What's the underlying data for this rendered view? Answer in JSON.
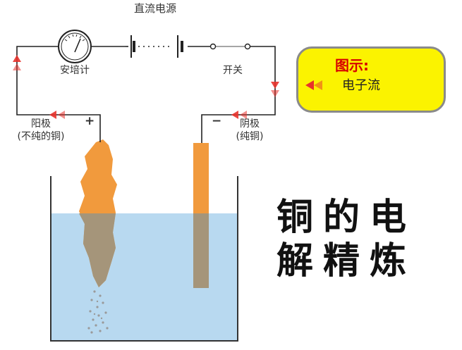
{
  "labels": {
    "power_supply": "直流电源",
    "ammeter": "安培计",
    "switch": "开关",
    "anode_name": "阳极",
    "anode_detail": "(不纯的铜)",
    "cathode_name": "阴极",
    "cathode_detail": "(纯铜)",
    "plus_sign": "+",
    "minus_sign": "−"
  },
  "legend": {
    "title": "图示:",
    "text": "电子流"
  },
  "title": {
    "line1": "铜的电",
    "line2": "解精炼"
  },
  "colors": {
    "wire": "#222222",
    "electron_arrow": "#e8322b",
    "electrolyte": "#b8d9f0",
    "impure_copper": "#f19a3d",
    "pure_copper": "#f19a3d",
    "submerged_electrode": "#a5957a",
    "legend_fill": "#fbf300",
    "legend_title": "#d80000"
  }
}
